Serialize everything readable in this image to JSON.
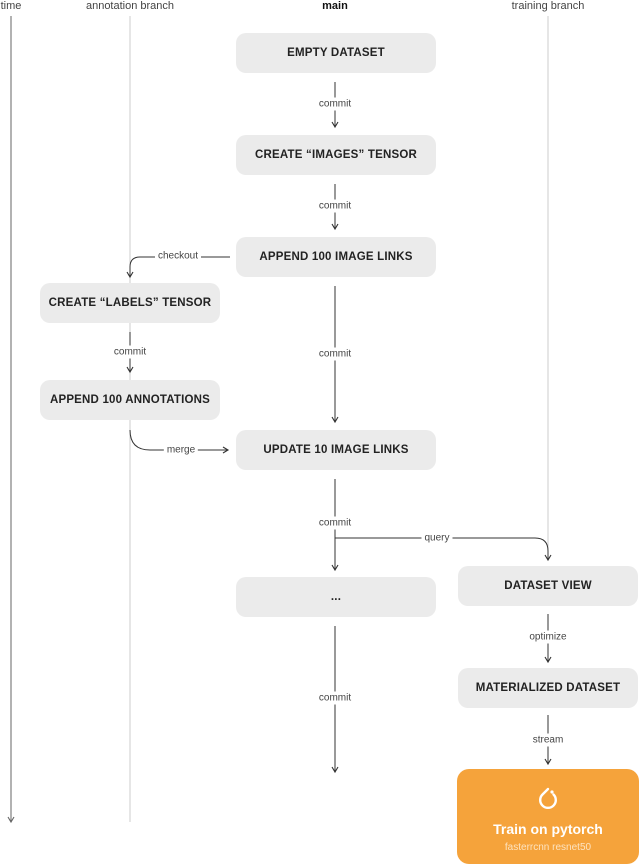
{
  "columns": {
    "time": "time",
    "annotation": "annotation branch",
    "main": "main",
    "training": "training branch"
  },
  "nodes": {
    "empty_dataset": "EMPTY DATASET",
    "create_images": "CREATE “IMAGES” TENSOR",
    "append_images": "APPEND 100 IMAGE LINKS",
    "create_labels": "CREATE “LABELS” TENSOR",
    "append_annotations": "APPEND 100 ANNOTATIONS",
    "update_links": "UPDATE 10 IMAGE LINKS",
    "ellipsis": "...",
    "dataset_view": "DATASET VIEW",
    "materialized": "MATERIALIZED DATASET"
  },
  "edges": {
    "commit1": "commit",
    "commit2": "commit",
    "checkout": "checkout",
    "commit_annot": "commit",
    "commit3": "commit",
    "merge": "merge",
    "commit4": "commit",
    "query": "query",
    "optimize": "optimize",
    "commit5": "commit",
    "stream": "stream"
  },
  "train": {
    "title": "Train on pytorch",
    "subtitle": "fasterrcnn resnet50",
    "icon": "pytorch-icon"
  },
  "colors": {
    "node_fill": "#ebebeb",
    "train_fill": "#f5a33b",
    "line": "#333333",
    "lane": "#cccccc"
  }
}
